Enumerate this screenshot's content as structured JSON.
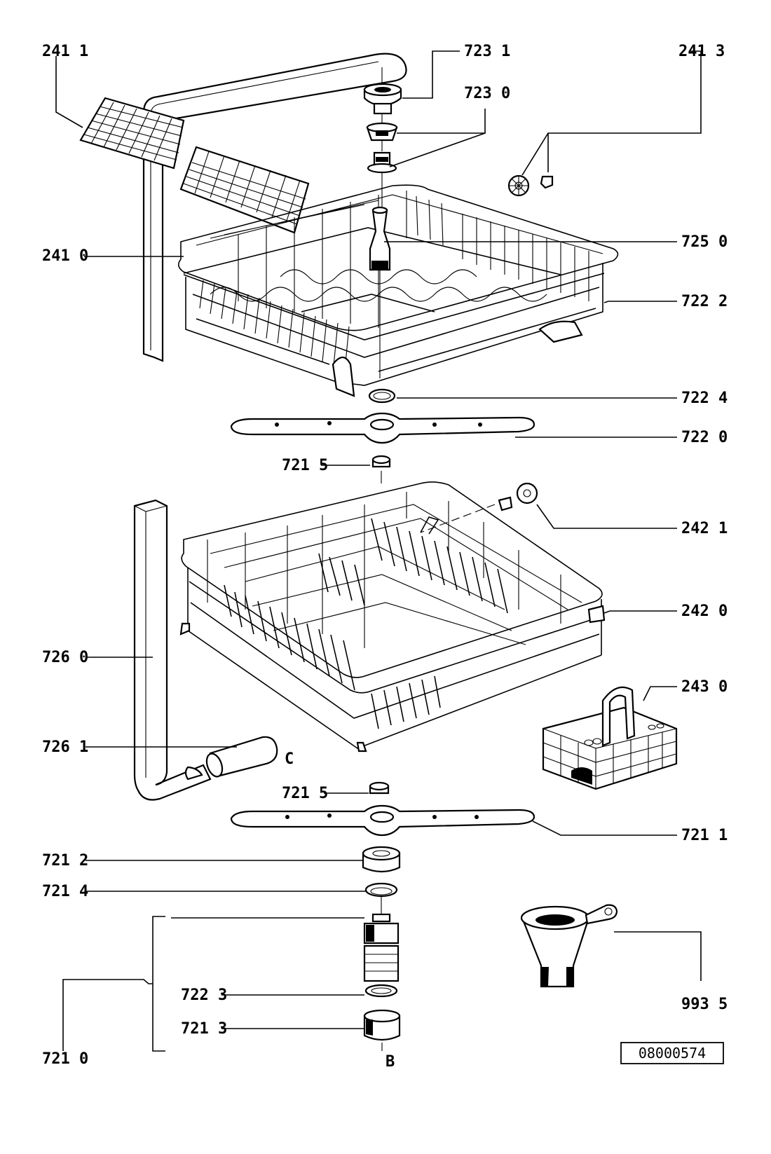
{
  "labels": {
    "l2411": "241 1",
    "l7231": "723 1",
    "l2413": "241 3",
    "l7230": "723 0",
    "l2410": "241 0",
    "l7250": "725 0",
    "l7222": "722 2",
    "l7224": "722 4",
    "l7220": "722 0",
    "l7215a": "721 5",
    "l2421": "242 1",
    "l2420": "242 0",
    "l7260": "726 0",
    "l2430": "243 0",
    "l7261": "726 1",
    "lC": "C",
    "l7215b": "721 5",
    "l7211": "721 1",
    "l7212": "721 2",
    "l7214": "721 4",
    "l7223": "722 3",
    "l9935": "993 5",
    "l7213": "721 3",
    "l7210": "721 0",
    "lB": "B"
  },
  "drawing_number": "08000574"
}
